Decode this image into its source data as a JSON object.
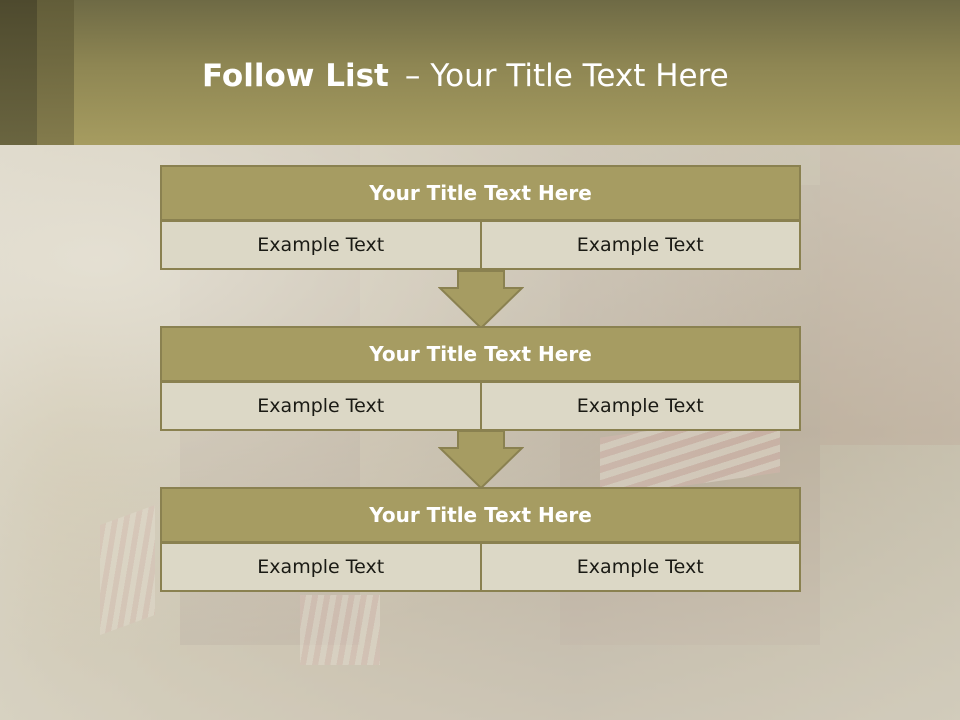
{
  "slide": {
    "title_bold": "Follow List",
    "title_dash": "–",
    "title_rest": "Your Title Text Here",
    "blocks": [
      {
        "title": "Your Title Text Here",
        "left": "Example Text",
        "right": "Example Text"
      },
      {
        "title": "Your Title Text Here",
        "left": "Example Text",
        "right": "Example Text"
      },
      {
        "title": "Your Title Text Here",
        "left": "Example Text",
        "right": "Example Text"
      }
    ],
    "colors": {
      "header": "#a69c62",
      "cell": "#dcd8c6",
      "border": "#8a8150"
    },
    "arrow_icon": "down-arrow-icon"
  }
}
